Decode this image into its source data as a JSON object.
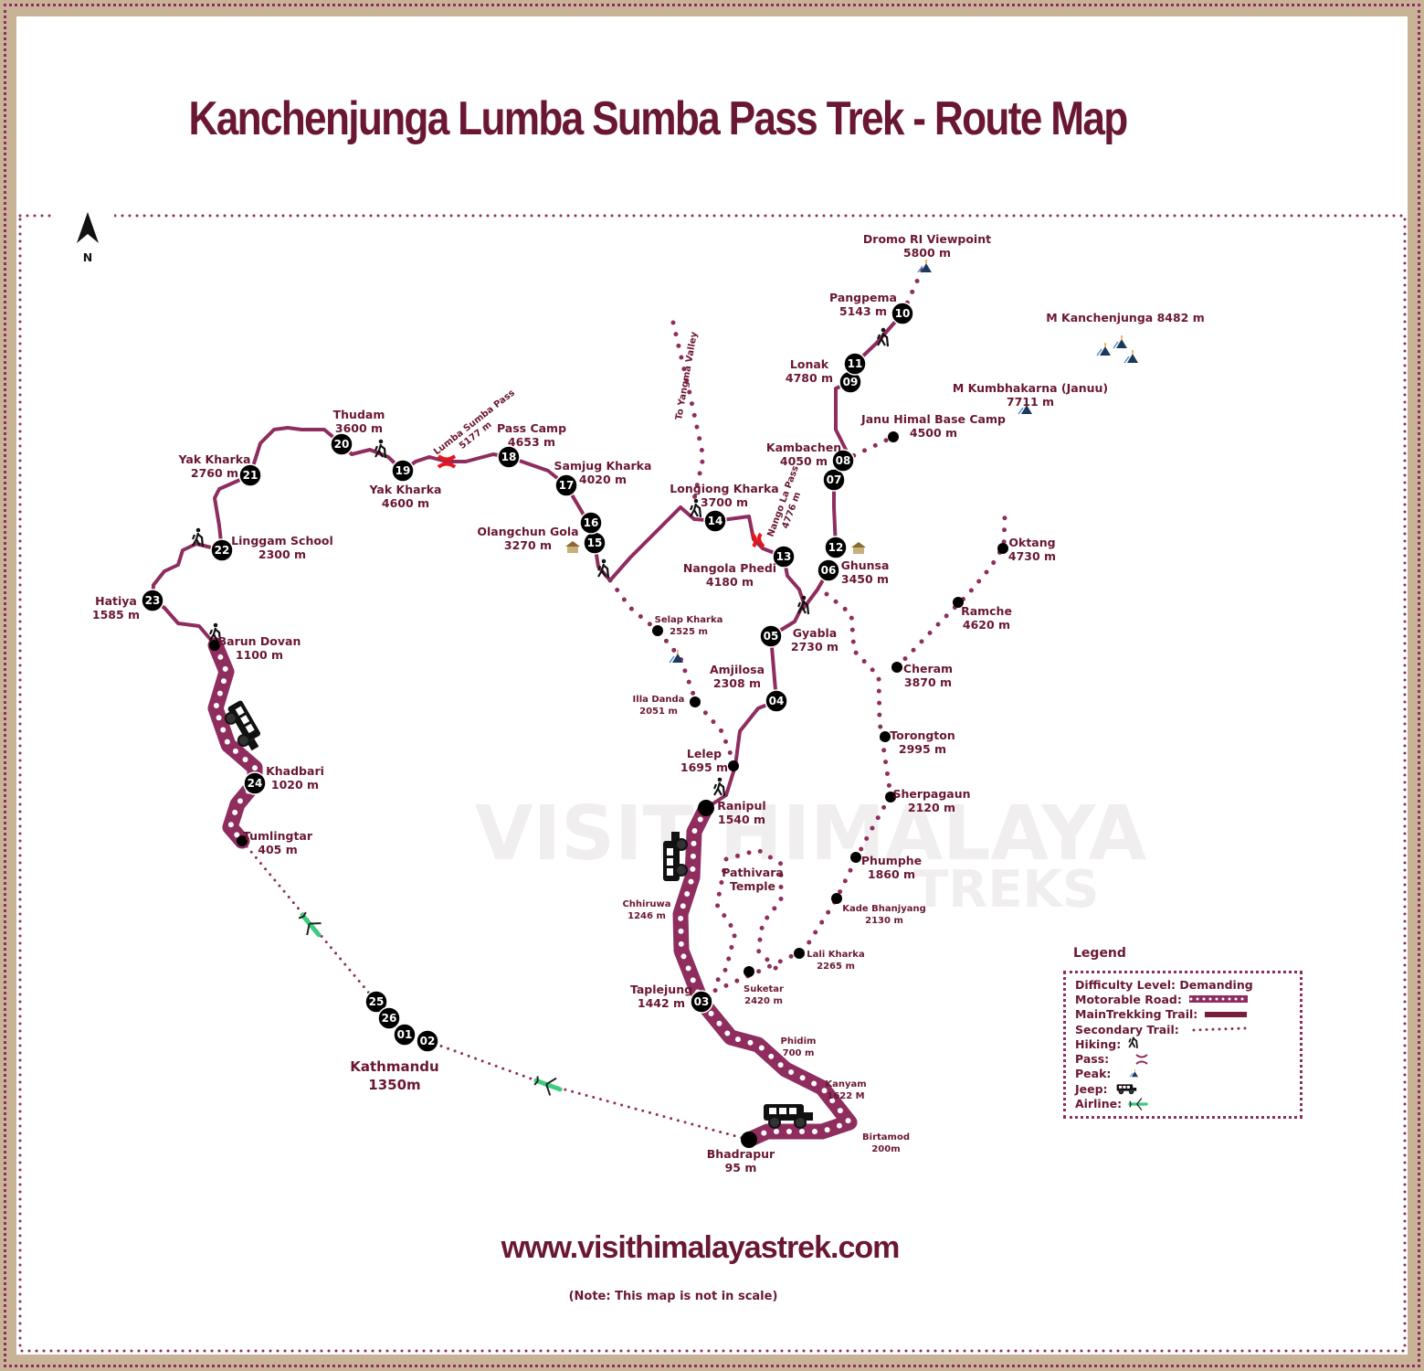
{
  "title": "Kanchenjunga Lumba Sumba Pass Trek - Route Map",
  "north_label": "N",
  "watermark": {
    "line1": "VISIT HIMALAYA",
    "line2": "TREKS"
  },
  "colors": {
    "route": "#8e2d5e",
    "text": "#6a1733",
    "frame": "#c9b397",
    "pass": "#e8151b",
    "airline": "#3dcc7e"
  },
  "stops": [
    "01",
    "02",
    "03",
    "04",
    "05",
    "06",
    "07",
    "08",
    "09",
    "10",
    "11",
    "12",
    "13",
    "14",
    "15",
    "16",
    "17",
    "18",
    "19",
    "20",
    "21",
    "22",
    "23",
    "24",
    "25",
    "26"
  ],
  "places": {
    "kathmandu": {
      "name": "Kathmandu",
      "elev": "1350m"
    },
    "bhadrapur": {
      "name": "Bhadrapur",
      "elev": "95 m"
    },
    "birtamod": {
      "name": "Birtamod",
      "elev": "200m"
    },
    "kanyam": {
      "name": "Kanyam",
      "elev": "1622 M"
    },
    "phidim": {
      "name": "Phidim",
      "elev": "700 m"
    },
    "taplejung": {
      "name": "Taplejung",
      "elev": "1442 m"
    },
    "chhiruwa": {
      "name": "Chhiruwa",
      "elev": "1246 m"
    },
    "suketar": {
      "name": "Suketar",
      "elev": "2420 m"
    },
    "pathivara": {
      "name": "Pathivara",
      "elev": "Temple"
    },
    "lali_kharka": {
      "name": "Lali Kharka",
      "elev": "2265 m"
    },
    "kade_bhanjyang": {
      "name": "Kade Bhanjyang",
      "elev": "2130 m"
    },
    "phumphe": {
      "name": "Phumphe",
      "elev": "1860 m"
    },
    "sherpagaun": {
      "name": "Sherpagaun",
      "elev": "2120 m"
    },
    "torongton": {
      "name": "Torongton",
      "elev": "2995 m"
    },
    "cheram": {
      "name": "Cheram",
      "elev": "3870 m"
    },
    "ramche": {
      "name": "Ramche",
      "elev": "4620 m"
    },
    "oktang": {
      "name": "Oktang",
      "elev": "4730 m"
    },
    "ranipul": {
      "name": "Ranipul",
      "elev": "1540 m"
    },
    "lelep": {
      "name": "Lelep",
      "elev": "1695 m"
    },
    "illa_danda": {
      "name": "Illa Danda",
      "elev": "2051 m"
    },
    "amjilosa": {
      "name": "Amjilosa",
      "elev": "2308 m"
    },
    "gyabla": {
      "name": "Gyabla",
      "elev": "2730 m"
    },
    "selap_kharka": {
      "name": "Selap Kharka",
      "elev": "2525 m"
    },
    "ghunsa": {
      "name": "Ghunsa",
      "elev": "3450 m"
    },
    "nangola_phedi": {
      "name": "Nangola Phedi",
      "elev": "4180 m"
    },
    "longiong_kharka": {
      "name": "Longiong Kharka",
      "elev": "3700 m"
    },
    "kambachen": {
      "name": "Kambachen",
      "elev": "4050 m"
    },
    "janu_bc": {
      "name": "Janu Himal Base Camp",
      "elev": "4500 m"
    },
    "lonak": {
      "name": "Lonak",
      "elev": "4780 m"
    },
    "pangpema": {
      "name": "Pangpema",
      "elev": "5143 m"
    },
    "dromo": {
      "name": "Dromo RI Viewpoint",
      "elev": "5800 m"
    },
    "olangchun_gola": {
      "name": "Olangchun Gola",
      "elev": "3270 m"
    },
    "samjug_kharka": {
      "name": "Samjug Kharka",
      "elev": "4020 m"
    },
    "pass_camp": {
      "name": "Pass Camp",
      "elev": "4653 m"
    },
    "yak_kharka_high": {
      "name": "Yak Kharka",
      "elev": "4600 m"
    },
    "thudam": {
      "name": "Thudam",
      "elev": "3600 m"
    },
    "yak_kharka_low": {
      "name": "Yak Kharka",
      "elev": "2760 m"
    },
    "linggam_school": {
      "name": "Linggam School",
      "elev": "2300 m"
    },
    "hatiya": {
      "name": "Hatiya",
      "elev": "1585 m"
    },
    "barun_dovan": {
      "name": "Barun Dovan",
      "elev": "1100 m"
    },
    "khadbari": {
      "name": "Khadbari",
      "elev": "1020 m"
    },
    "tumlingtar": {
      "name": "Tumlingtar",
      "elev": "405 m"
    }
  },
  "passes": {
    "lumba_sumba": {
      "name": "Lumba Sumba Pass",
      "elev": "5177 m"
    },
    "nango_la": {
      "name": "Nango La Pass",
      "elev": "4776 m"
    }
  },
  "to_yangma": "To Yangma Valley",
  "peaks": {
    "kanchenjunga": "M Kanchenjunga 8482 m",
    "kumbhakarna": {
      "name": "M Kumbhakarna (Januu)",
      "elev": "7711 m"
    }
  },
  "legend": {
    "title": "Legend",
    "difficulty": "Difficulty Level: Demanding",
    "items": [
      {
        "label": "Motorable Road:",
        "icon": "motorable-road"
      },
      {
        "label": "MainTrekking Trail:",
        "icon": "main-trail"
      },
      {
        "label": "Secondary Trail:",
        "icon": "secondary-trail"
      },
      {
        "label": "Hiking:",
        "icon": "hiker-icon"
      },
      {
        "label": "Pass:",
        "icon": "pass-icon"
      },
      {
        "label": "Peak:",
        "icon": "peak-icon"
      },
      {
        "label": "Jeep:",
        "icon": "jeep-icon"
      },
      {
        "label": "Airline:",
        "icon": "airplane-icon"
      }
    ]
  },
  "website": "www.visithimalayastrek.com",
  "note": "(Note: This map is not in scale)"
}
